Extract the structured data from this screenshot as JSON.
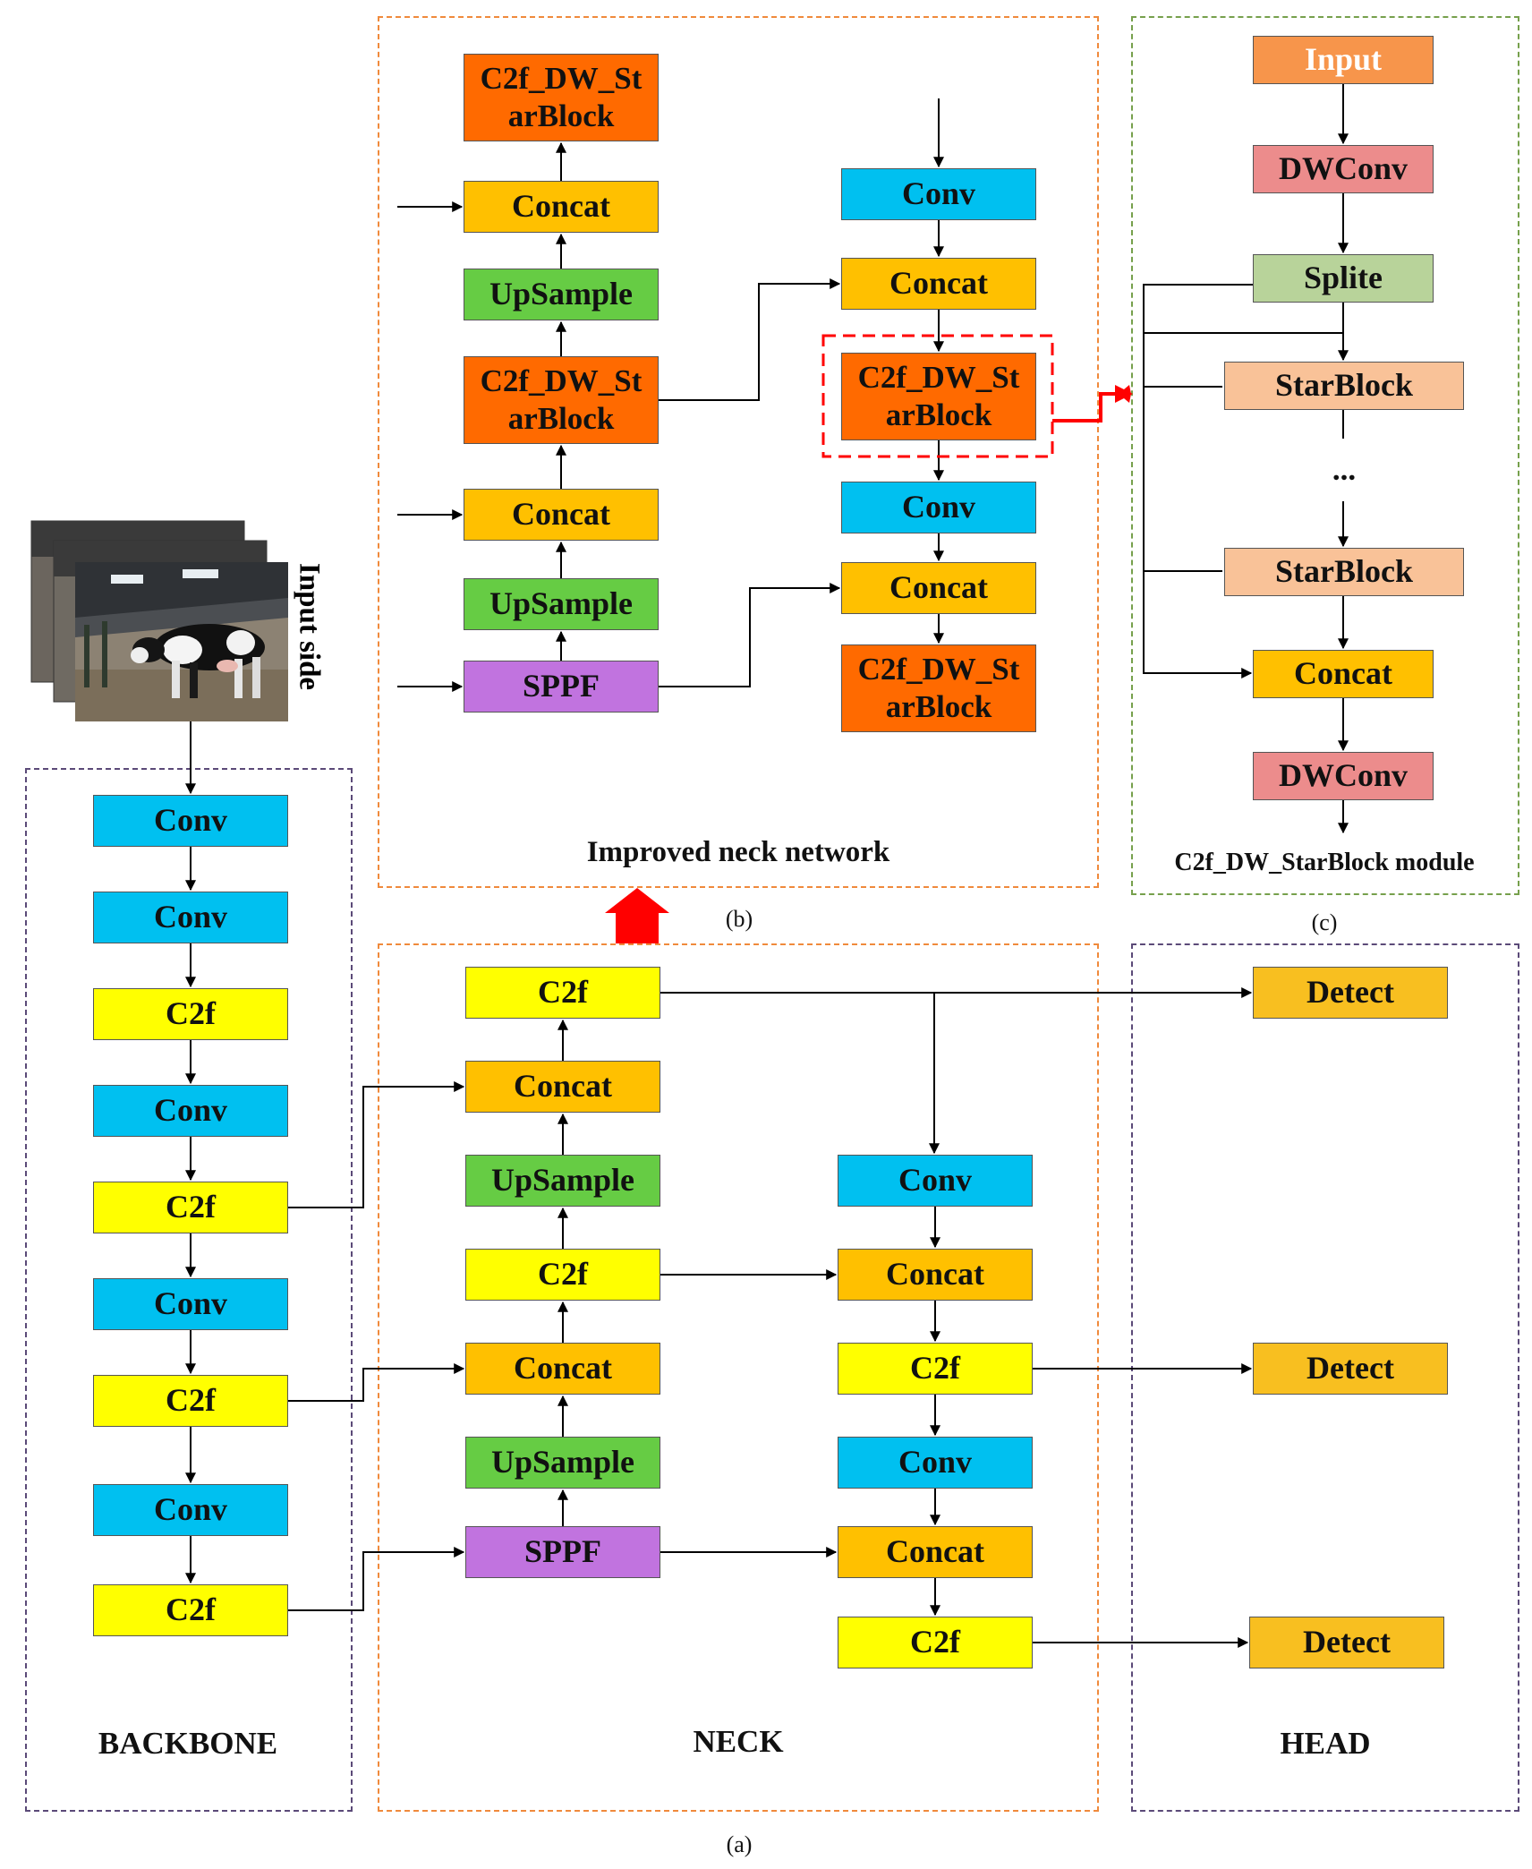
{
  "sections": {
    "backbone": "BACKBONE",
    "neck": "NECK",
    "head": "HEAD",
    "improved_neck": "Improved neck network",
    "module": "C2f_DW_StarBlock module",
    "input_side": "Input side",
    "caption_a": "(a)",
    "caption_b": "(b)",
    "caption_c": "(c)"
  },
  "backbone_blocks": [
    "Conv",
    "Conv",
    "C2f",
    "Conv",
    "C2f",
    "Conv",
    "C2f",
    "Conv",
    "C2f"
  ],
  "neck_left": [
    "C2f",
    "Concat",
    "UpSample",
    "C2f",
    "Concat",
    "UpSample",
    "SPPF"
  ],
  "neck_right": [
    "Conv",
    "Concat",
    "C2f",
    "Conv",
    "Concat",
    "C2f"
  ],
  "head_blocks": [
    "Detect",
    "Detect",
    "Detect"
  ],
  "improved_left": {
    "top": [
      "C2f_DW_St",
      "arBlock"
    ],
    "concat1": "Concat",
    "up1": "UpSample",
    "mid": [
      "C2f_DW_St",
      "arBlock"
    ],
    "concat2": "Concat",
    "up2": "UpSample",
    "sppf": "SPPF"
  },
  "improved_right": {
    "conv1": "Conv",
    "concat1": "Concat",
    "dw1": [
      "C2f_DW_St",
      "arBlock"
    ],
    "conv2": "Conv",
    "concat2": "Concat",
    "dw2": [
      "C2f_DW_St",
      "arBlock"
    ]
  },
  "module_blocks": {
    "input": "Input",
    "dwconv1": "DWConv",
    "split": "Splite",
    "star1": "StarBlock",
    "ellipsis": "...",
    "star2": "StarBlock",
    "concat": "Concat",
    "dwconv2": "DWConv"
  },
  "colors": {
    "conv": "#00c0f0",
    "c2f": "#ffff00",
    "concat": "#ffc000",
    "upsample": "#66cc44",
    "sppf": "#c173df",
    "c2f_dw_starblock": "#ff6a00",
    "input": "#f7954b",
    "dwconv": "#ec8c8c",
    "splite": "#b8d39a",
    "starblock": "#f9c298",
    "detect": "#f8bf20",
    "highlight_arrow": "#ff0000"
  }
}
